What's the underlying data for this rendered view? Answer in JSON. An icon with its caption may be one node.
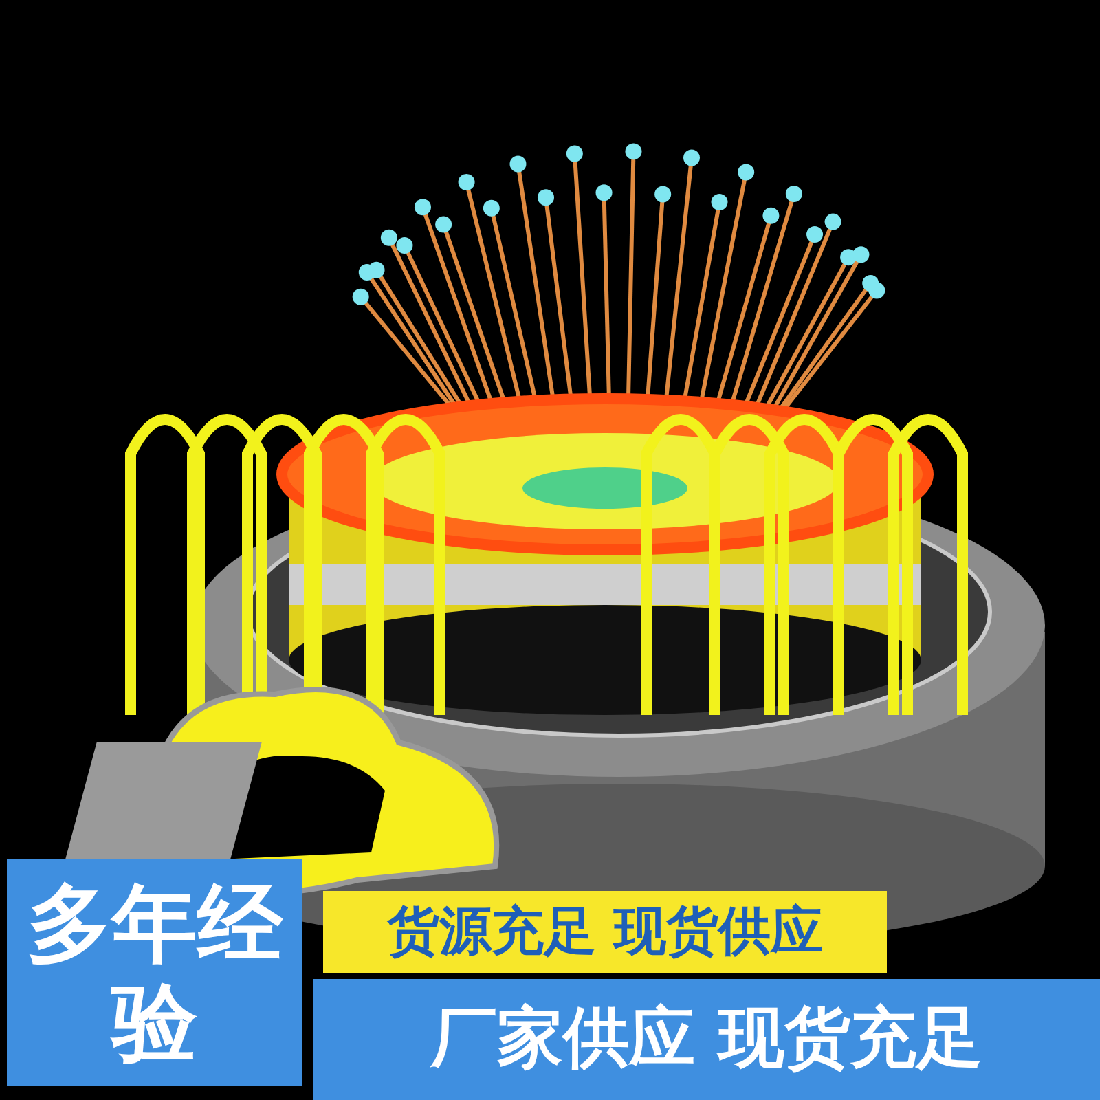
{
  "diagram": {
    "labels": [
      "多年经验",
      "货源充足 现货供应",
      "厂家供应 现货充足"
    ]
  }
}
